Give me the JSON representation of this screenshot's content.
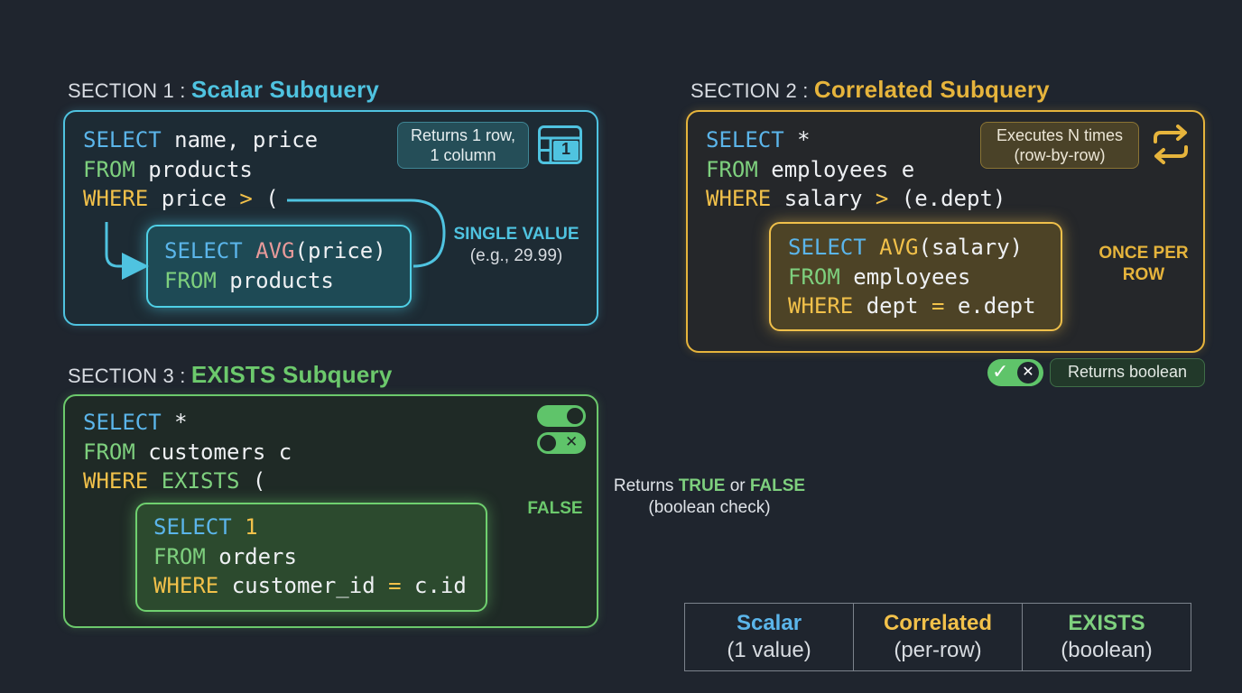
{
  "section1": {
    "prefix": "SECTION 1 : ",
    "name": "Scalar Subquery",
    "code": {
      "l1_kw": "SELECT",
      "l1_rest": " name, price",
      "l2_kw": "FROM",
      "l2_rest": " products",
      "l3_kw": "WHERE",
      "l3_mid": " price ",
      "l3_op": ">",
      "l3_rest": " (",
      "i1_kw": "SELECT",
      "i1_fn": "AVG",
      "i1_rest": "(price)",
      "i2_kw": "FROM",
      "i2_rest": " products"
    },
    "badge_line1": "Returns 1 row,",
    "badge_line2": "1 column",
    "badge_icon_value": "1",
    "arrow_label": "SINGLE VALUE",
    "arrow_sub": "(e.g., 29.99)",
    "color": "#4fc3e0"
  },
  "section2": {
    "prefix": "SECTION 2 : ",
    "name": "Correlated Subquery",
    "code": {
      "l1_kw": "SELECT",
      "l1_rest": " *",
      "l2_kw": "FROM",
      "l2_rest": " employees e",
      "l3_kw": "WHERE",
      "l3_mid": " salary ",
      "l3_op": ">",
      "l3_rest": " (e.dept)",
      "i1_kw": "SELECT",
      "i1_fn": "AVG",
      "i1_rest": "(salary)",
      "i2_kw": "FROM",
      "i2_rest": " employees",
      "i3_kw": "WHERE",
      "i3_mid": " dept ",
      "i3_op": "=",
      "i3_rest": " e.dept"
    },
    "badge_line1": "Executes N times",
    "badge_line2": "(row-by-row)",
    "arrow_label_1": "ONCE PER",
    "arrow_label_2": "ROW",
    "bool_badge": "Returns boolean",
    "color": "#e6b43c"
  },
  "section3": {
    "prefix": "SECTION 3 : ",
    "name": "EXISTS Subquery",
    "code": {
      "l1_kw": "SELECT",
      "l1_rest": " *",
      "l2_kw": "FROM",
      "l2_rest": " customers c",
      "l3_kw": "WHERE",
      "l3_kw2": " EXISTS",
      "l3_rest": " (",
      "i1_kw": "SELECT",
      "i1_num": " 1",
      "i2_kw": "FROM",
      "i2_rest": " orders",
      "i3_kw": "WHERE",
      "i3_mid": " customer_id ",
      "i3_op": "=",
      "i3_rest": " c.id"
    },
    "arrow_label": "FALSE",
    "note_prefix": "Returns ",
    "note_true": "TRUE",
    "note_or": " or ",
    "note_false": "FALSE",
    "note_sub": "(boolean check)",
    "color": "#6cc96c"
  },
  "comparison": [
    {
      "title": "Scalar",
      "sub": "(1 value)",
      "color": "#5bb5ea"
    },
    {
      "title": "Correlated",
      "sub": "(per-row)",
      "color": "#f2c14a"
    },
    {
      "title": "EXISTS",
      "sub": "(boolean)",
      "color": "#7ed07e"
    }
  ]
}
